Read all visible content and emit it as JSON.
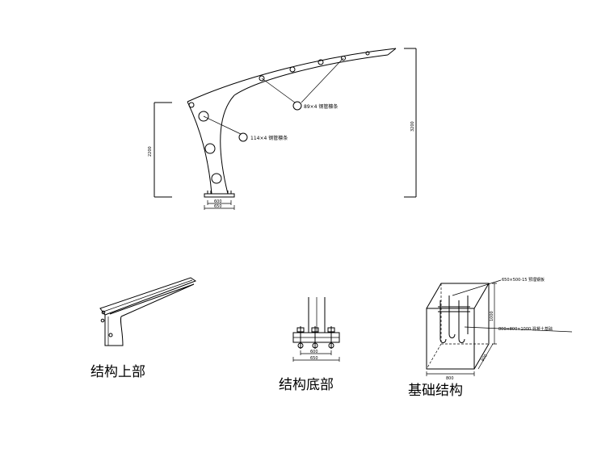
{
  "main_view": {
    "dim_height_left": "2200",
    "dim_height_right": "3200",
    "dim_base_inner": "600",
    "dim_base_outer": "650",
    "callout_purlin": "89×4 钢管檩条",
    "callout_beam": "114×4 钢管檩条"
  },
  "details": {
    "upper": {
      "caption": "结构上部"
    },
    "bottom": {
      "caption": "结构底部",
      "dim_inner": "600",
      "dim_outer": "650"
    },
    "foundation": {
      "caption": "基础结构",
      "note_bolt": "650×500-15 预埋钢板",
      "note_block": "800×800×1000 混凝土基础",
      "dim_width": "800",
      "dim_depth": "800",
      "dim_height": "1000"
    }
  }
}
